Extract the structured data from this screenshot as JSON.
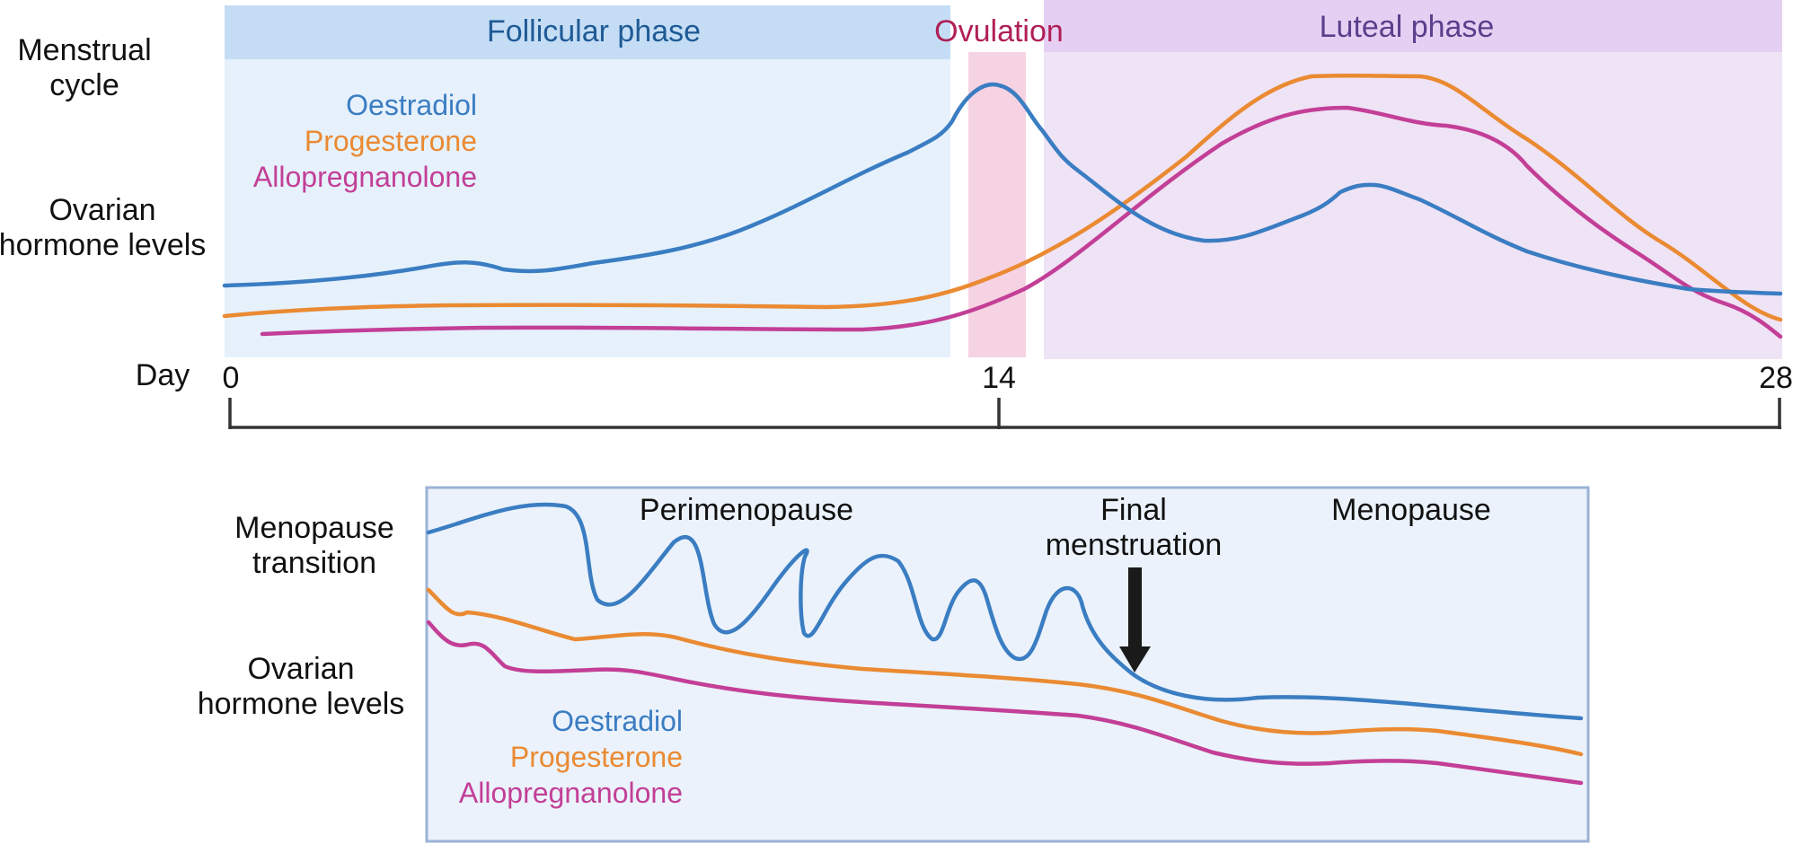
{
  "colors": {
    "oestradiol": "#3a7dc2",
    "progesterone": "#ea8a32",
    "allopregnanolone": "#c33f97",
    "follicular_bg": "#e6f1fc",
    "follicular_header": "#c4ddf5",
    "follicular_text": "#1f5a95",
    "ovulation_bg": "#f6d3e3",
    "ovulation_text": "#b01f55",
    "luteal_bg": "#efe3f6",
    "luteal_header": "#e5d0f3",
    "luteal_text": "#5b3f8c",
    "transition_bg": "#ebf2fb",
    "transition_border": "#9bb3d6",
    "axis": "#333333",
    "arrow": "#1a1a1a"
  },
  "cycle": {
    "row_label_1": "Menstrual",
    "row_label_2": "cycle",
    "levels_label_1": "Ovarian",
    "levels_label_2": "hormone levels",
    "day_label": "Day",
    "phases": {
      "follicular": "Follicular phase",
      "ovulation": "Ovulation",
      "luteal": "Luteal phase"
    },
    "ticks": [
      "0",
      "14",
      "28"
    ],
    "legend": {
      "oestradiol": "Oestradiol",
      "progesterone": "Progesterone",
      "allopregnanolone": "Allopregnanolone"
    }
  },
  "transition": {
    "row_label_1": "Menopause",
    "row_label_2": "transition",
    "levels_label_1": "Ovarian",
    "levels_label_2": "hormone levels",
    "perimenopause": "Perimenopause",
    "final_1": "Final",
    "final_2": "menstruation",
    "menopause": "Menopause",
    "legend": {
      "oestradiol": "Oestradiol",
      "progesterone": "Progesterone",
      "allopregnanolone": "Allopregnanolone"
    }
  }
}
